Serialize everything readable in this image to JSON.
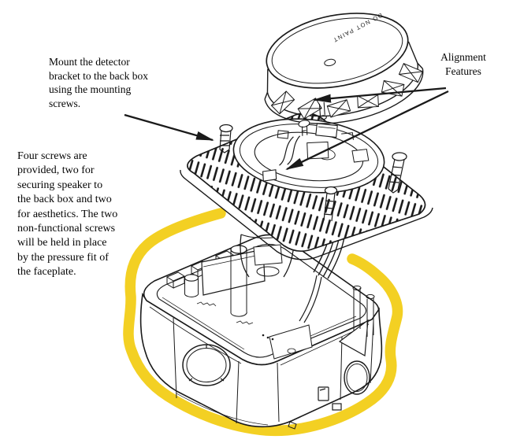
{
  "figure": {
    "background_color": "#ffffff",
    "line_color": "#1a1a1a",
    "highlight_color": "#f2ce17",
    "notes": {
      "mount": "Mount the detector\nbracket to the back box\nusing the mounting\nscrews.",
      "screws": "Four screws are\nprovided, two for\nsecuring speaker to\nthe back box and two\nfor aesthetics. The two\nnon-functional screws\nwill be held in place\nby the pressure fit of\nthe faceplate.",
      "alignment": "Alignment\nFeatures"
    },
    "detector_marking": "DO NOT PAINT"
  }
}
